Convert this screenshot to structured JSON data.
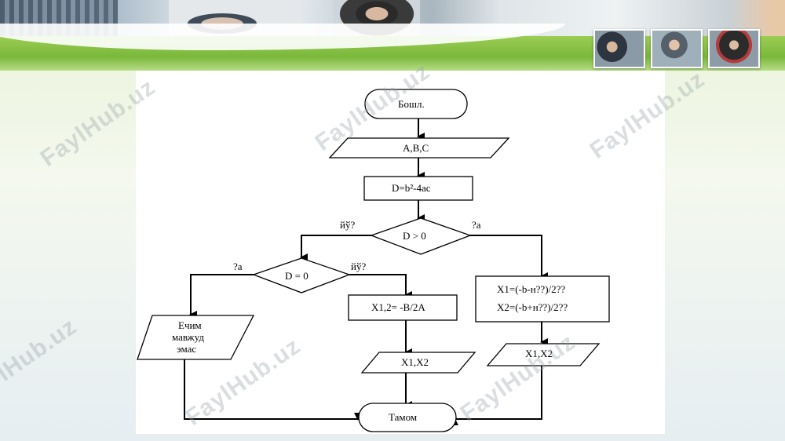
{
  "watermark": "FaylHub.uz",
  "flowchart": {
    "start": "Бошл.",
    "input": "A,B,C",
    "discriminant": "D=b²-4ac",
    "decision1": "D > 0",
    "decision1_no": "йў?",
    "decision1_yes": "?а",
    "decision2": "D = 0",
    "decision2_yes": "?а",
    "decision2_no": "йў?",
    "no_solution": [
      "Ечим",
      "мавжуд",
      "эмас"
    ],
    "single_root": "X1,2= -B/2A",
    "root1": "X1=(-b-н??)/2??",
    "root2": "X2=(-b+н??)/2??",
    "output_mid": "X1,X2",
    "output_right": "X1,X2",
    "end": "Тамом"
  }
}
